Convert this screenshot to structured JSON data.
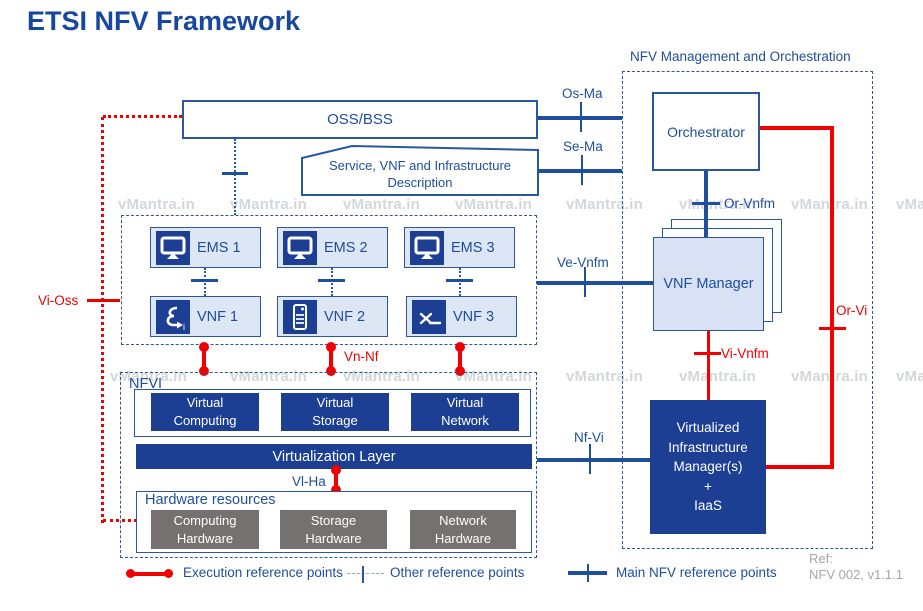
{
  "title": "ETSI NFV Framework",
  "watermark": "vMantra.in",
  "oss": "OSS/BSS",
  "service_desc": "Service, VNF  and Infrastructure\nDescription",
  "mano": {
    "label": "NFV Management and Orchestration",
    "orchestrator": "Orchestrator",
    "vnf_manager": "VNF Manager",
    "vim": "Virtualized\nInfrastructure\nManager(s)\n+\nIaaS"
  },
  "ems": [
    {
      "label": "EMS 1"
    },
    {
      "label": "EMS 2"
    },
    {
      "label": "EMS 3"
    }
  ],
  "vnf": [
    {
      "label": "VNF 1"
    },
    {
      "label": "VNF 2"
    },
    {
      "label": "VNF 3"
    }
  ],
  "nfvi": {
    "label": "NFVI",
    "virtual": [
      "Virtual\nComputing",
      "Virtual\nStorage",
      "Virtual\nNetwork"
    ],
    "virtualization_layer": "Virtualization Layer",
    "hardware_label": "Hardware resources",
    "hardware": [
      "Computing\nHardware",
      "Storage\nHardware",
      "Network\nHardware"
    ]
  },
  "ref_points": {
    "os_ma": "Os-Ma",
    "se_ma": "Se-Ma",
    "or_vnfm": "Or-Vnfm",
    "ve_vnfm": "Ve-Vnfm",
    "vi_vnfm": "Vi-Vnfm",
    "or_vi": "Or-Vi",
    "nf_vi": "Nf-Vi",
    "vn_nf": "Vn-Nf",
    "vi_oss": "Vi-Oss",
    "vl_ha": "Vl-Ha"
  },
  "legend": {
    "execution": "Execution  reference points",
    "other": "Other reference points",
    "main": "Main NFV reference points"
  },
  "ref_note": "Ref:\nNFV 002, v1.1.1",
  "colors": {
    "accent_blue": "#1f4e9c",
    "fill_blue": "#1c3f94",
    "red": "#f20000",
    "gray_box": "#767171",
    "light_blue": "#dce6f4"
  }
}
